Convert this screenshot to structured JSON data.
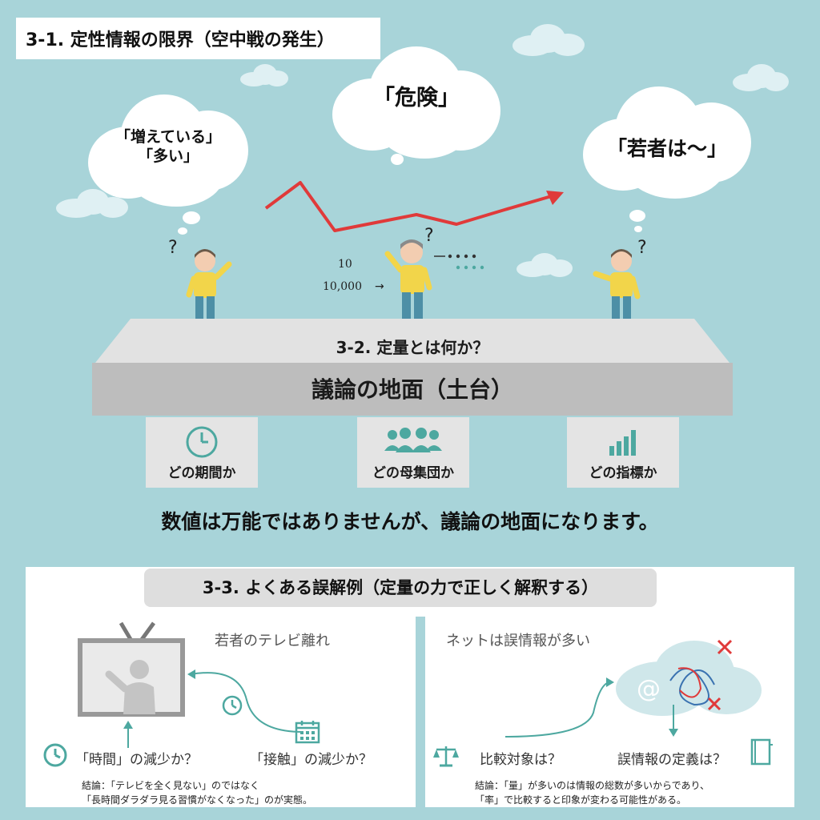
{
  "section1": {
    "title": "3-1. 定性情報の限界（空中戦の発生）",
    "bubbles": {
      "left": "「増えている」\n「多い」",
      "left_line1": "「増えている」",
      "left_line2": "「多い」",
      "center": "「危険」",
      "right": "「若者は〜」"
    },
    "numbers": {
      "small": "10",
      "large": "10,000"
    }
  },
  "section2": {
    "subtitle": "3-2. 定量とは何か？",
    "platform_label": "議論の地面（土台）",
    "pillars": [
      {
        "label": "どの期間か",
        "icon": "clock-icon"
      },
      {
        "label": "どの母集団か",
        "icon": "people-icon"
      },
      {
        "label": "どの指標か",
        "icon": "bar-chart-icon"
      }
    ],
    "statement": "数値は万能ではありませんが、議論の地面になります。"
  },
  "section3": {
    "title": "3-3. よくある誤解例（定量の力で正しく解釈する）",
    "left": {
      "heading": "若者のテレビ離れ",
      "question1": "「時間」の減少か？",
      "question2": "「接触」の減少か？",
      "conclusion_line1": "結論：「テレビを全く見ない」のではなく",
      "conclusion_line2": "「長時間ダラダラ見る習慣がなくなった」のが実態。"
    },
    "right": {
      "heading": "ネットは誤情報が多い",
      "question1": "比較対象は？",
      "question2": "誤情報の定義は？",
      "conclusion_line1": "結論：「量」が多いのは情報の総数が多いからであり、",
      "conclusion_line2": "「率」で比較すると印象が変わる可能性がある。"
    }
  },
  "colors": {
    "background": "#a8d4d9",
    "trend_arrow": "#e03a3a",
    "accent_teal": "#4da8a0",
    "shirt": "#f2d54a",
    "pants": "#4d8fa6"
  }
}
